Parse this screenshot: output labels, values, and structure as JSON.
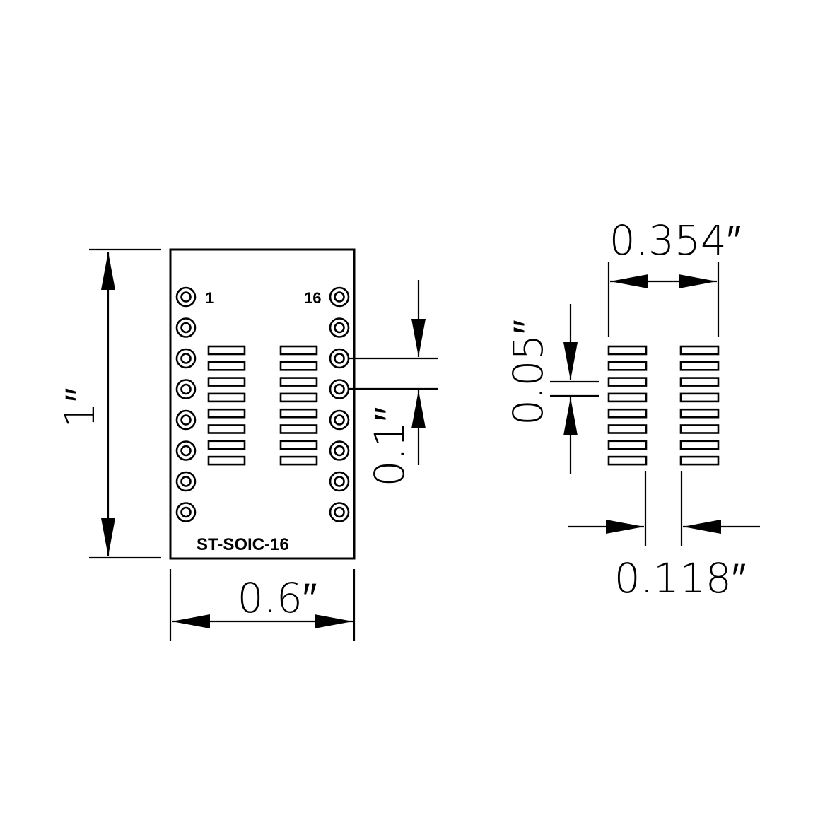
{
  "board": {
    "name": "ST-SOIC-16",
    "pin_first": "1",
    "pin_last": "16",
    "pins_per_side": 8,
    "pads_per_side": 8
  },
  "dimensions": {
    "board_height": "1″",
    "board_width": "0.6″",
    "pin_pitch": "0.1″",
    "pad_pitch": "0.05″",
    "pad_span": "0.354″",
    "pad_gap": "0.118″"
  }
}
